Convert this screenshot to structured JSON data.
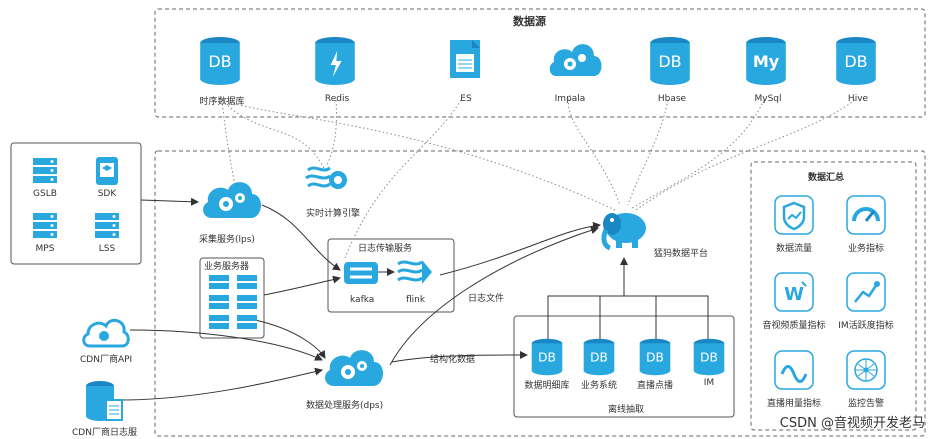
{
  "header": {
    "data_sources_title": "数据源"
  },
  "data_sources": [
    {
      "label": "时序数据库",
      "glyph": "DB"
    },
    {
      "label": "Redis",
      "glyph": "redis"
    },
    {
      "label": "ES",
      "glyph": "doc"
    },
    {
      "label": "Impala",
      "glyph": "cloud-gear"
    },
    {
      "label": "Hbase",
      "glyph": "DB"
    },
    {
      "label": "MySql",
      "glyph": "My"
    },
    {
      "label": "Hive",
      "glyph": "DB"
    }
  ],
  "clients": [
    {
      "label": "GSLB"
    },
    {
      "label": "SDK"
    },
    {
      "label": "MPS"
    },
    {
      "label": "LSS"
    }
  ],
  "services": {
    "collect": "采集服务(lps)",
    "realtime": "实时计算引擎",
    "log_transport": "日志传输服务",
    "kafka": "kafka",
    "flink": "flink",
    "biz_servers": "业务服务器",
    "mammoth": "猛犸数据平台",
    "log_file": "日志文件",
    "structured": "结构化数据",
    "dps": "数据处理服务(dps)",
    "cdn_api": "CDN厂商API",
    "cdn_log": "CDN厂商日志服",
    "offline": "离线抽取"
  },
  "offline_dbs": [
    {
      "label": "数据明细库",
      "glyph": "DB"
    },
    {
      "label": "业务系统",
      "glyph": "DB"
    },
    {
      "label": "直播点播",
      "glyph": "DB"
    },
    {
      "label": "IM",
      "glyph": "DB"
    }
  ],
  "summary": {
    "title": "数据汇总",
    "items": [
      {
        "label": "数据流量",
        "icon": "shield-chart-icon"
      },
      {
        "label": "业务指标",
        "icon": "gauge-icon"
      },
      {
        "label": "音视频质量指标",
        "icon": "w-chart-icon"
      },
      {
        "label": "IM活跃度指标",
        "icon": "trend-icon"
      },
      {
        "label": "直播用量指标",
        "icon": "wave-icon"
      },
      {
        "label": "监控告警",
        "icon": "network-icon"
      }
    ]
  },
  "watermark": "CSDN @音视频开发老马",
  "colors": {
    "accent": "#29a8e0",
    "dark": "#1a86c4",
    "border": "#555555"
  }
}
